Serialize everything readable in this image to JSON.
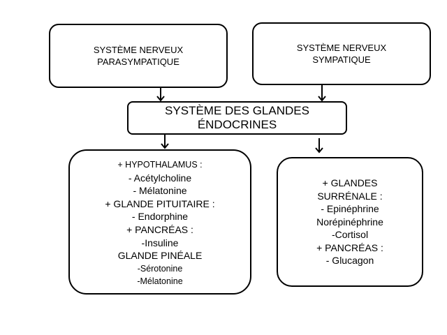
{
  "parasympathetic": {
    "lines": [
      "SYSTÈME NERVEUX",
      "PARASYMPATIQUE"
    ]
  },
  "sympathetic": {
    "lines": [
      "SYSTÈME NERVEUX",
      "SYMPATIQUE"
    ]
  },
  "endocrine": {
    "lines": [
      "SYSTÈME DES GLANDES",
      "ÉNDOCRINES"
    ]
  },
  "left_box": {
    "lines": [
      "+ HYPOTHALAMUS :",
      "- Acétylcholine",
      "- Mélatonine",
      "+ GLANDE PITUITAIRE :",
      "- Endorphine",
      "+ PANCRÉAS :",
      "-Insuline",
      "GLANDE PINÉALE",
      "-Sérotonine",
      "-Mélatonine"
    ]
  },
  "right_box": {
    "lines": [
      "+ GLANDES",
      "SURRÉNALE :",
      "- Epinéphrine",
      "Norépinéphrine",
      "-Cortisol",
      "+ PANCRÉAS :",
      "- Glucagon"
    ]
  }
}
